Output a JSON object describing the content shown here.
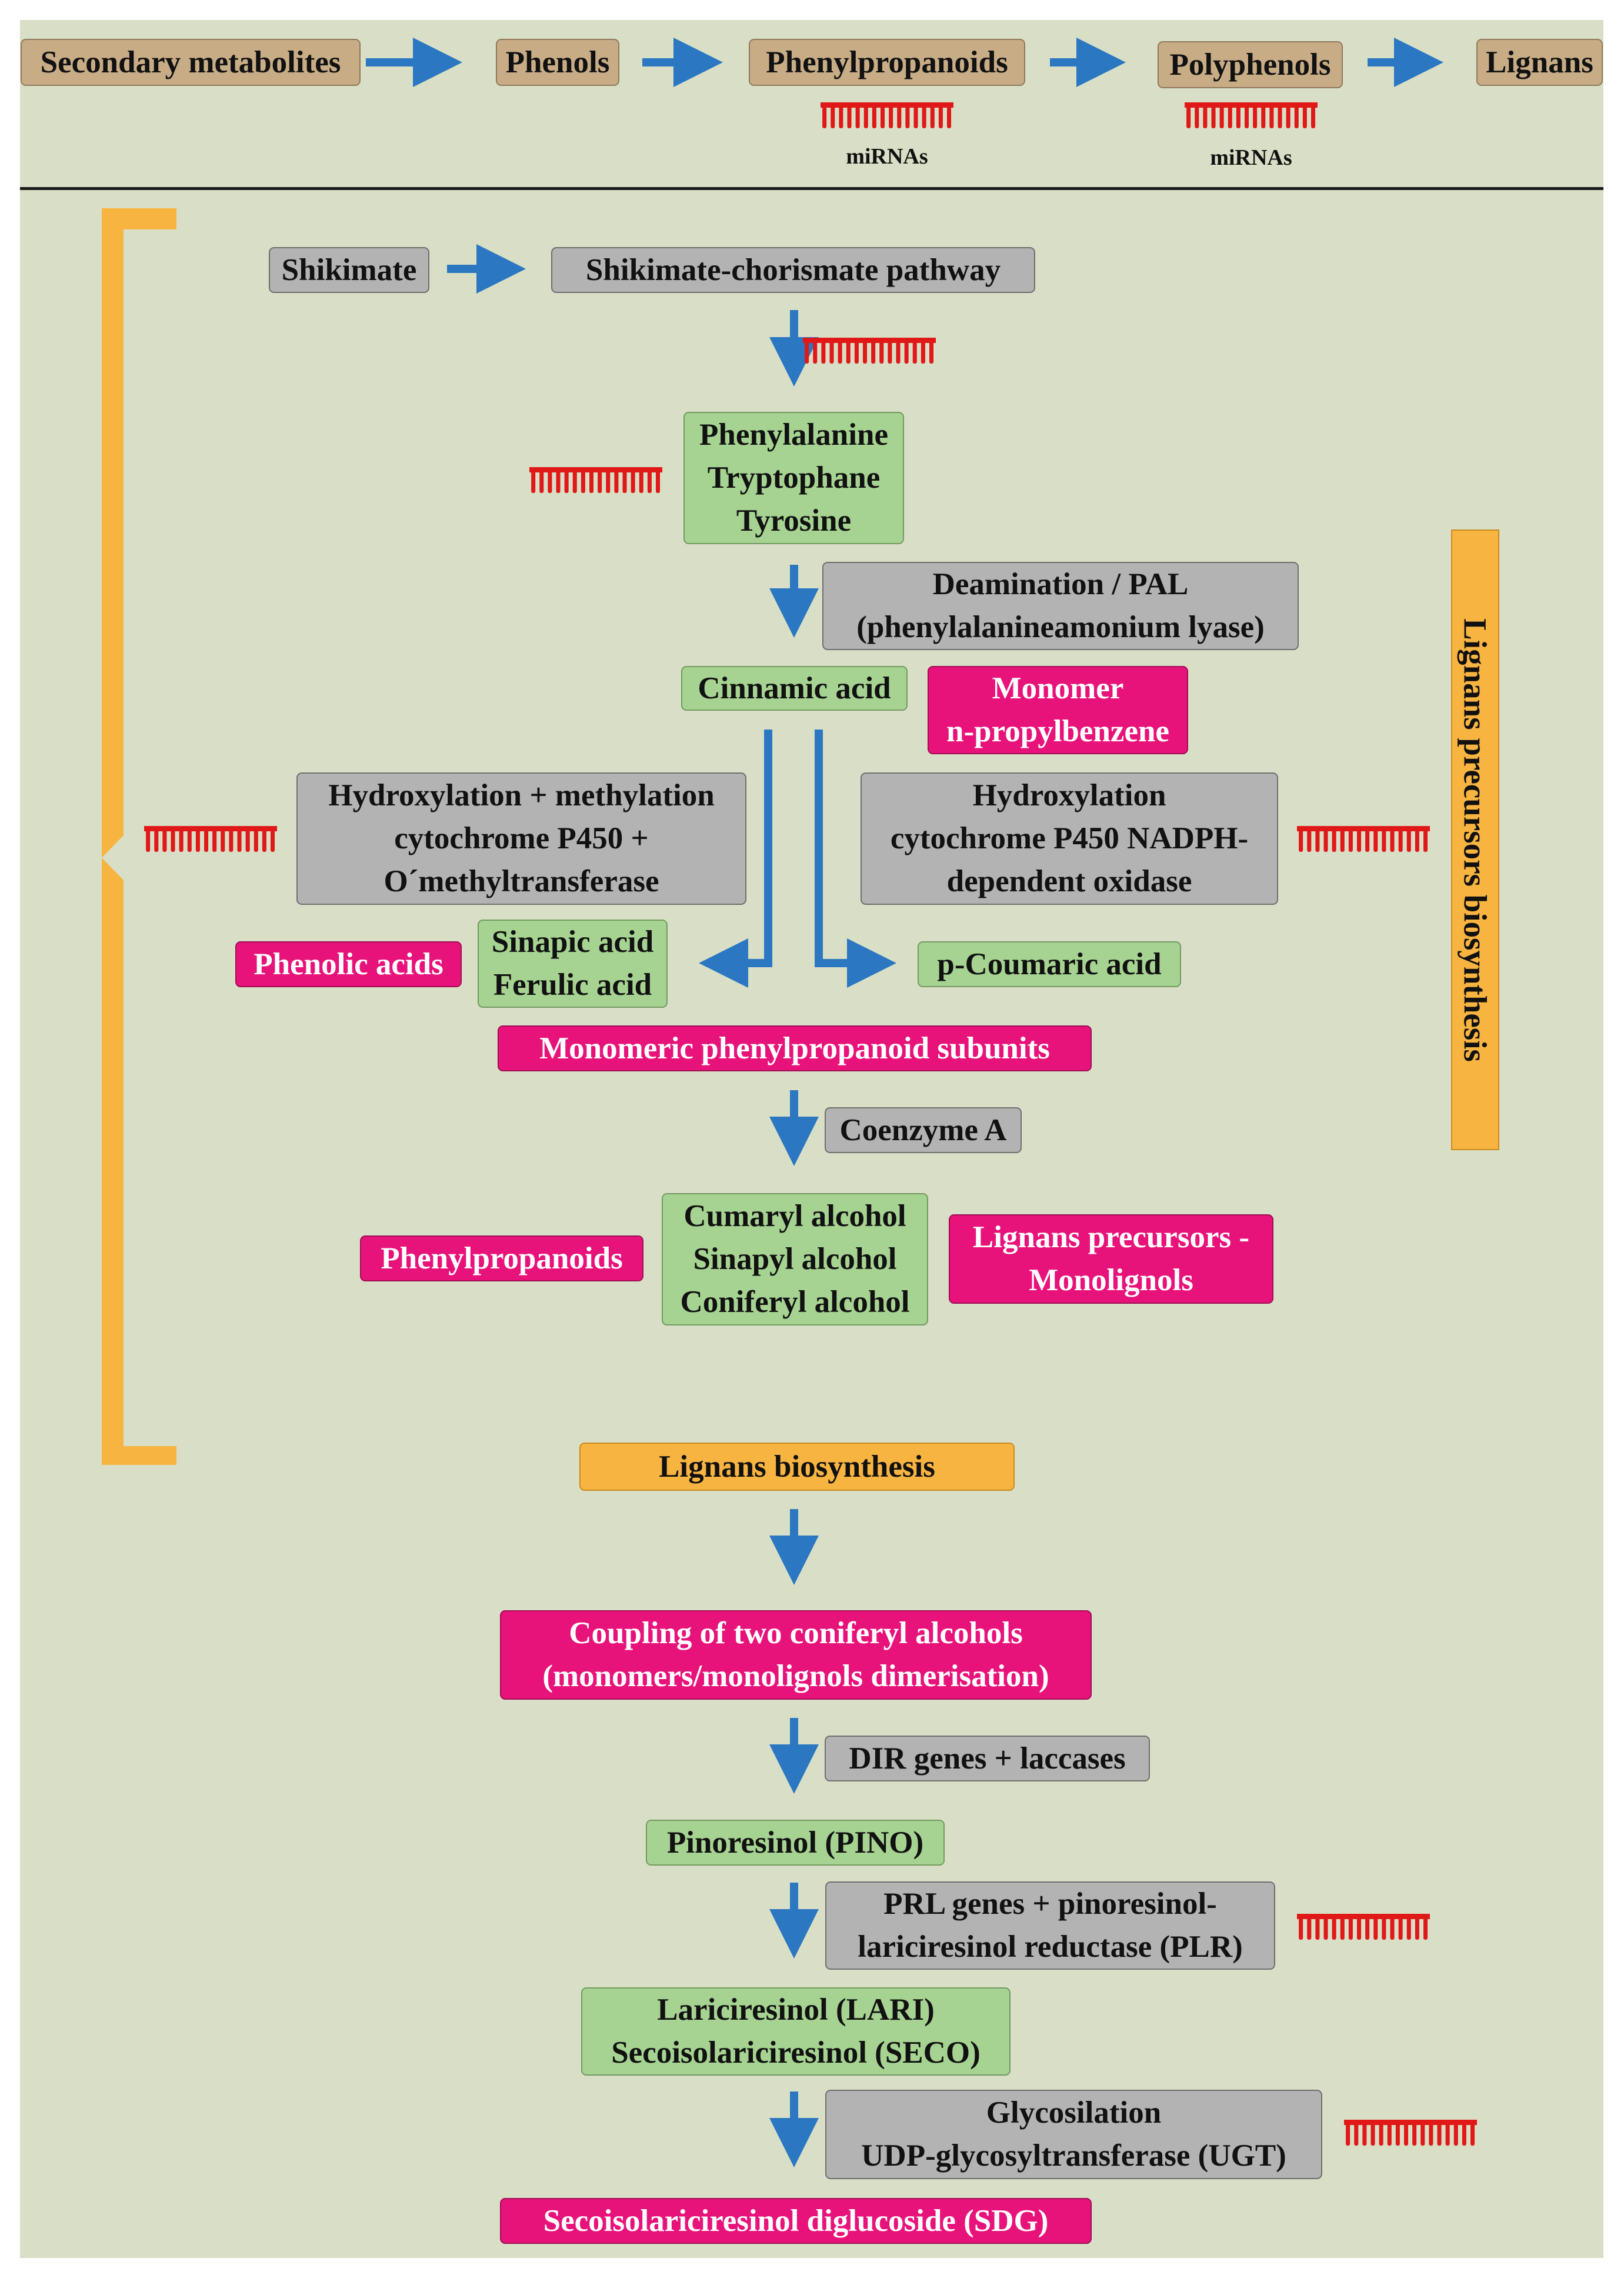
{
  "top_chain": {
    "secondary_metabolites": "Secondary metabolites",
    "phenols": "Phenols",
    "phenylpropanoids": "Phenylpropanoids",
    "polyphenols": "Polyphenols",
    "lignans": "Lignans",
    "mirna_label_1": "miRNAs",
    "mirna_label_2": "miRNAs"
  },
  "precursors": {
    "side_label": "Lignans precursors biosynthesis",
    "shikimate": "Shikimate",
    "shikimate_pathway": "Shikimate-chorismate pathway",
    "amino_acids": [
      "Phenylalanine",
      "Tryptophane",
      "Tyrosine"
    ],
    "deamination": [
      "Deamination / PAL",
      "(phenylalanineamonium lyase)"
    ],
    "cinnamic_acid": "Cinnamic acid",
    "monomer": [
      "Monomer",
      "n-propylbenzene"
    ],
    "hydroxylation_methylation": [
      "Hydroxylation + methylation",
      "cytochrome P450 +",
      "O´methyltransferase"
    ],
    "hydroxylation_oxidase": [
      "Hydroxylation",
      "cytochrome P450 NADPH-",
      "dependent oxidase"
    ],
    "phenolic_acids": "Phenolic acids",
    "sinapic_ferulic": [
      "Sinapic acid",
      "Ferulic acid"
    ],
    "p_coumaric": "p-Coumaric acid",
    "monomeric_subunits": "Monomeric phenylpropanoid subunits",
    "coenzyme_a": "Coenzyme A",
    "phenylpropanoids_label": "Phenylpropanoids",
    "alcohols": [
      "Cumaryl alcohol",
      "Sinapyl alcohol",
      "Coniferyl alcohol"
    ],
    "monolignols": [
      "Lignans precursors -",
      "Monolignols"
    ]
  },
  "lignans": {
    "title": "Lignans biosynthesis",
    "coupling": [
      "Coupling of two coniferyl alcohols",
      "(monomers/monolignols dimerisation)"
    ],
    "dir_genes": "DIR genes + laccases",
    "pinoresinol": "Pinoresinol (PINO)",
    "prl_genes": [
      "PRL genes + pinoresinol-",
      "lariciresinol reductase (PLR)"
    ],
    "lari_seco": [
      "Lariciresinol (LARI)",
      "Secoisolariciresinol (SECO)"
    ],
    "glycosilation": [
      "Glycosilation",
      "UDP-glycosyltransferase (UGT)"
    ],
    "sdg": "Secoisolariciresinol diglucoside (SDG)"
  },
  "colors": {
    "background": "#d9dfc6",
    "tan": "#c8ac86",
    "grey": "#b3b3b3",
    "green": "#a6d391",
    "magenta": "#e8137a",
    "orange": "#f8b440",
    "arrow_blue": "#2b77c2",
    "mirna_red": "#e01818"
  }
}
